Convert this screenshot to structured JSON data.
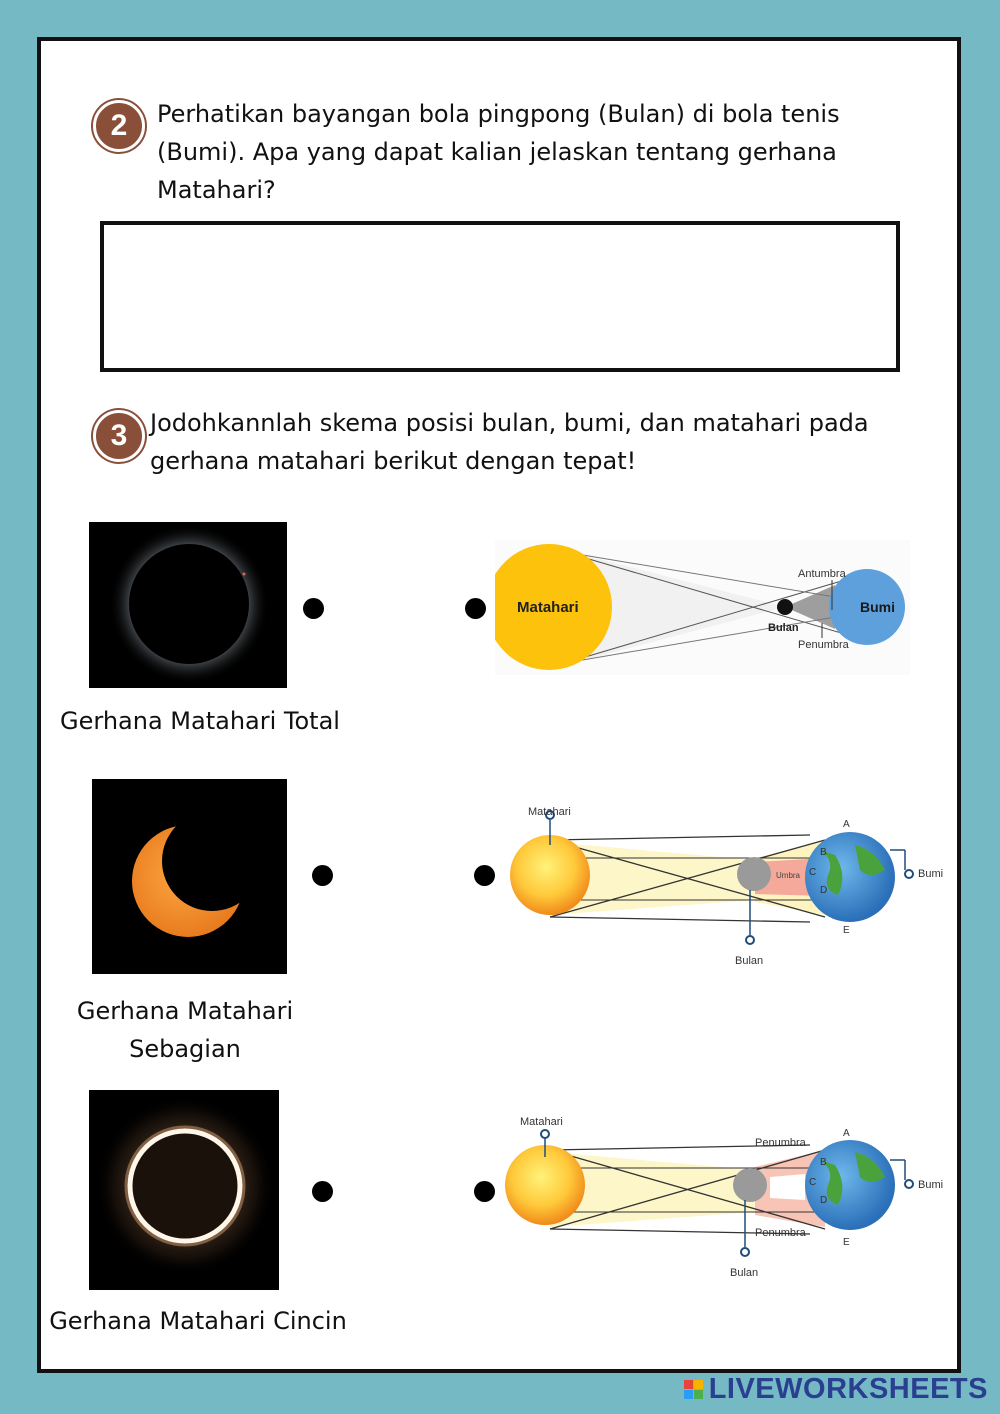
{
  "questions": [
    {
      "number": "2",
      "text_line1": "Perhatikan bayangan bola pingpong (Bulan) di bola tenis",
      "text_line2": "(Bumi). Apa yang dapat kalian jelaskan tentang gerhana",
      "text_line3": "Matahari?"
    },
    {
      "number": "3",
      "text_line1": "Jodohkannlah skema posisi bulan, bumi, dan matahari pada",
      "text_line2": "gerhana matahari berikut dengan tepat!"
    }
  ],
  "answer_box": {
    "value": ""
  },
  "eclipses": [
    {
      "caption": "Gerhana Matahari Total"
    },
    {
      "caption_line1": "Gerhana Matahari",
      "caption_line2": "Sebagian"
    },
    {
      "caption": "Gerhana Matahari Cincin"
    }
  ],
  "diagrams": {
    "d1": {
      "sun": "Matahari",
      "earth": "Bumi",
      "moon": "Bulan",
      "antumbra": "Antumbra",
      "penumbra": "Penumbra"
    },
    "d2": {
      "sun": "Matahari",
      "earth": "Bumi",
      "moon": "Bulan",
      "umbra": "Umbra",
      "a": "A",
      "b": "B",
      "c": "C",
      "d": "D",
      "e": "E"
    },
    "d3": {
      "sun": "Matahari",
      "earth": "Bumi",
      "moon": "Bulan",
      "penumbra_top": "Penumbra",
      "penumbra_bottom": "Penumbra",
      "a": "A",
      "b": "B",
      "c": "C",
      "d": "D",
      "e": "E"
    }
  },
  "logo": {
    "text": "LIVEWORKSHEETS"
  }
}
